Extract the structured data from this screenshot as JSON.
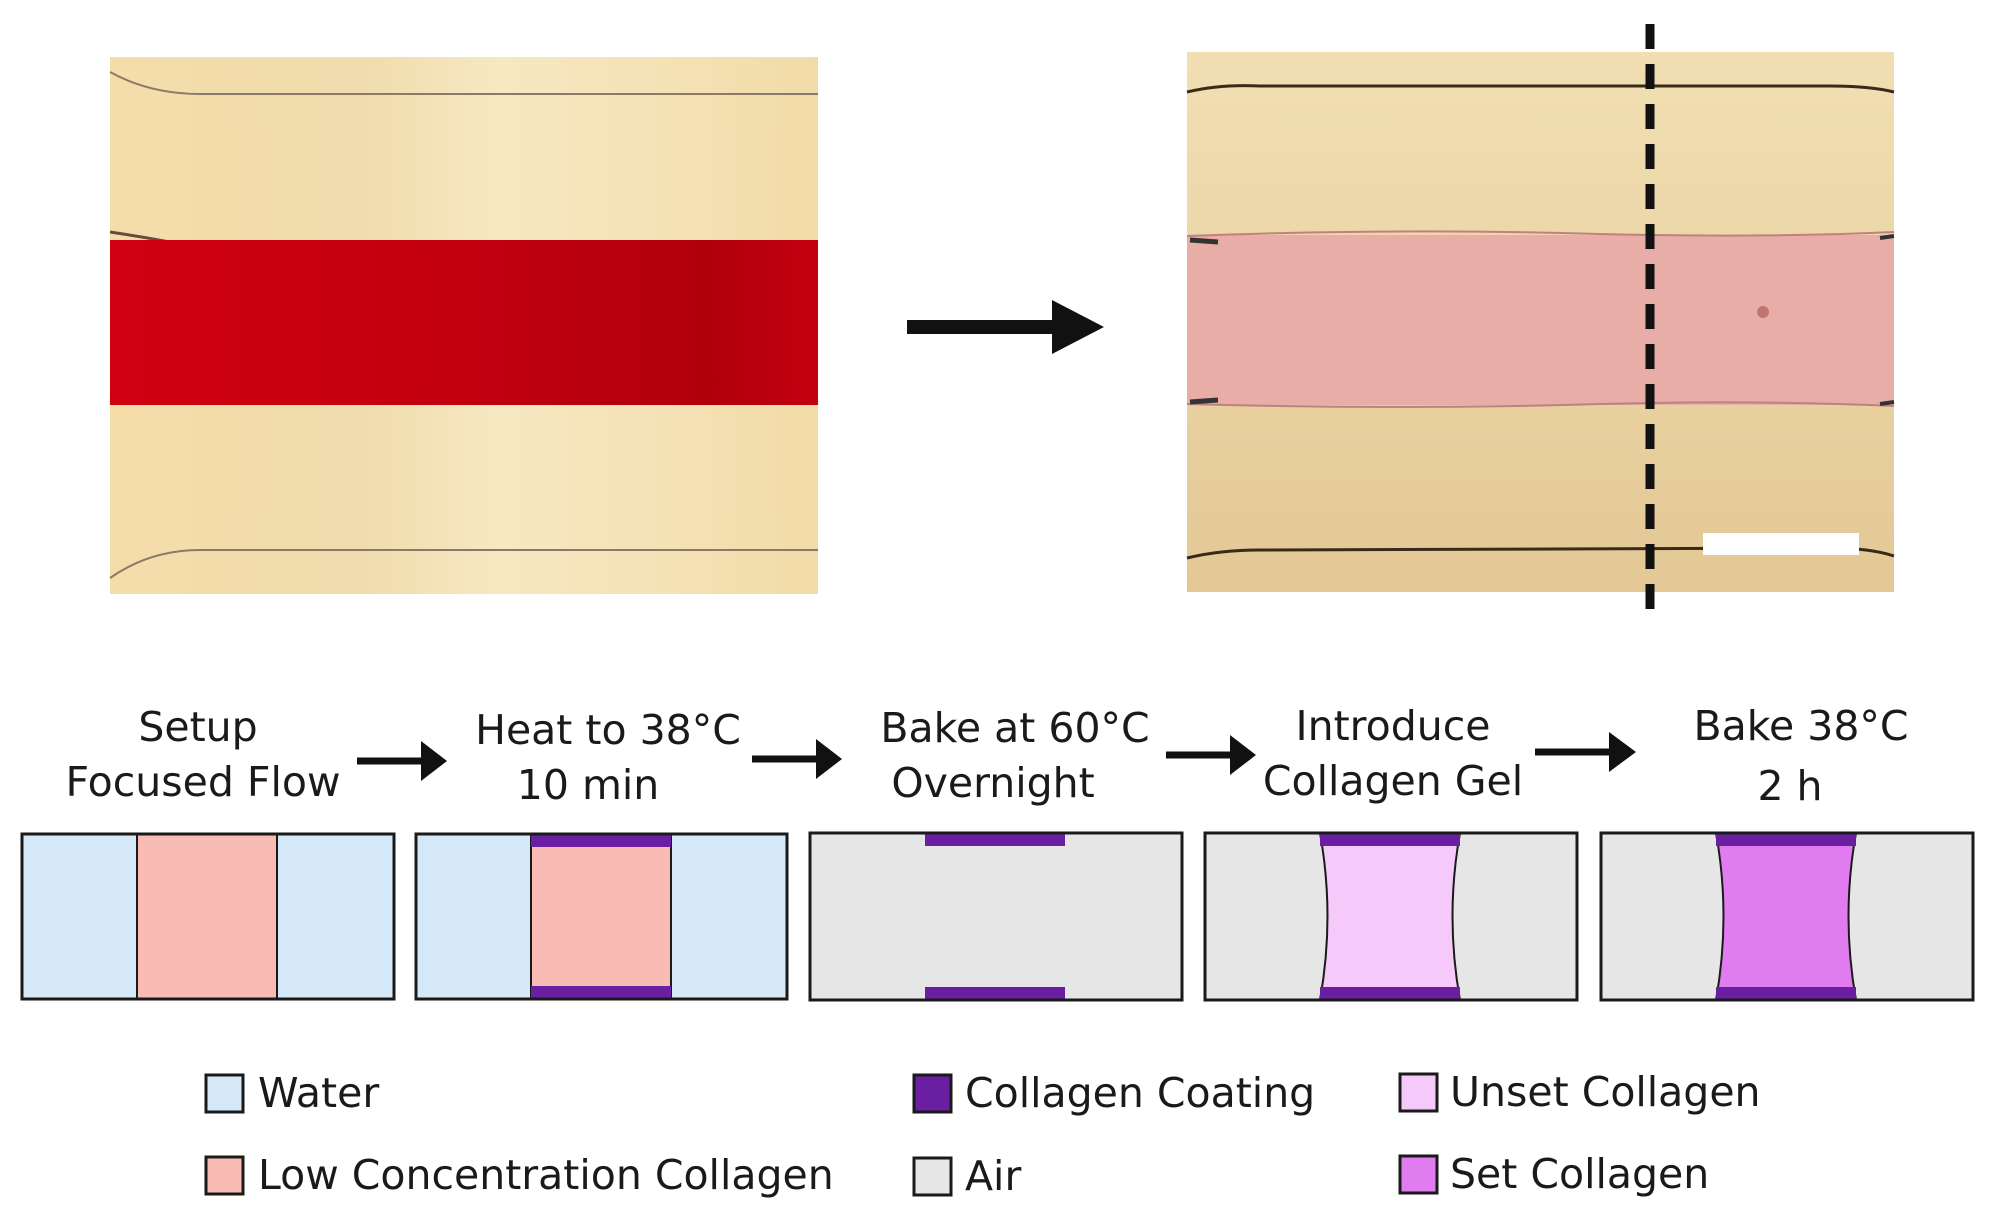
{
  "steps": [
    {
      "line1": "Setup",
      "line2": "Focused Flow"
    },
    {
      "line1": "Heat to 38°C",
      "line2": "10 min"
    },
    {
      "line1": "Bake at 60°C",
      "line2": "Overnight"
    },
    {
      "line1": "Introduce",
      "line2": "Collagen Gel"
    },
    {
      "line1": "Bake 38°C",
      "line2": "2 h"
    }
  ],
  "legend": {
    "water": "Water",
    "low_collagen": "Low Concentration Collagen",
    "coating": "Collagen Coating",
    "air": "Air",
    "unset": "Unset Collagen",
    "set": "Set Collagen"
  },
  "colors": {
    "water": "#d4e8f7",
    "low_collagen": "#f9bcb5",
    "coating": "#6a1fa3",
    "air": "#e6e6e6",
    "unset": "#f5c9fa",
    "set": "#e07cef",
    "outline": "#1a1a1a",
    "photo_background": "#f3dfb0",
    "dye_stream": "#c7000f",
    "gel_stream": "#e8a6a4"
  }
}
